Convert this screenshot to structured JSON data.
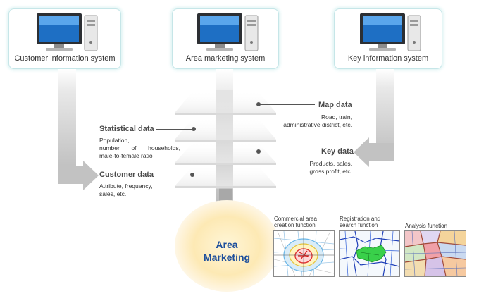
{
  "systems": [
    {
      "label": "Customer information system"
    },
    {
      "label": "Area marketing system"
    },
    {
      "label": "Key information system"
    }
  ],
  "layers": {
    "map": {
      "title": "Map data",
      "text_lines": [
        "Road, train,",
        "administrative district, etc."
      ]
    },
    "statistical": {
      "title": "Statistical data",
      "text_lines": [
        "Population,",
        "number of households,",
        "male-to-female ratio"
      ]
    },
    "key": {
      "title": "Key data",
      "text_lines": [
        "Products, sales,",
        "gross profit, etc."
      ]
    },
    "customer": {
      "title": "Customer data",
      "text_lines": [
        "Attribute, frequency,",
        "sales, etc."
      ]
    }
  },
  "result": {
    "line1": "Area",
    "line2": "Marketing"
  },
  "functions": [
    {
      "caption_lines": [
        "Commercial area",
        "creation function"
      ]
    },
    {
      "caption_lines": [
        "Registration and",
        "search function"
      ]
    },
    {
      "caption_lines": [
        "Analysis function"
      ]
    }
  ],
  "colors": {
    "box_border": "#c6e6e8",
    "arrow_grey": "#bdbdbd",
    "title_text": "#4a4a4a",
    "result_text": "#1d4f9c",
    "glow": "#fde9b4"
  }
}
